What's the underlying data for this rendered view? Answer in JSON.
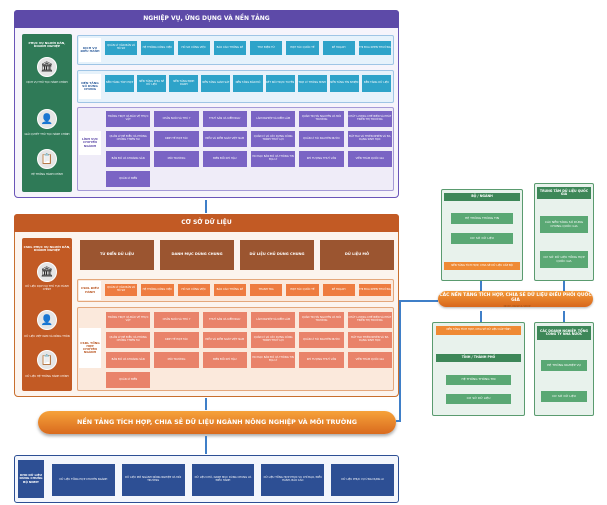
{
  "sec1": {
    "title": "NGHIỆP VỤ, ỨNG DỤNG VÀ NỀN TẢNG",
    "service": "PHỤC VỤ NGƯỜI DÂN, DOANH NGHIỆP",
    "service_items": [
      "DỊCH VỤ THỦ TỤC HÀNH CHÍNH",
      "GIẢI QUYẾT THỦ TỤC HÀNH CHÍNH",
      "HỆ THỐNG HÀNH CHÍNH"
    ],
    "row1_label": "DỊCH VỤ ĐIỀU HÀNH",
    "row1": [
      "QUẢN LÝ VĂN BẢN VÀ HỒ SƠ",
      "HỆ THỐNG CÔNG VIỆC",
      "HỒ SƠ CÔNG VIỆC",
      "BÁO CÁO THỐNG KÊ",
      "THƯ ĐIỆN TỬ",
      "HỢP TÁC QUỐC TẾ",
      "KẾ HOẠCH",
      "THI ĐUA KHEN THƯỞNG"
    ],
    "row2_label": "NỀN TẢNG SỐ DÙNG CHUNG",
    "row2": [
      "NỀN TẢNG TÍCH HỢP",
      "NỀN TẢNG CHIA SẺ DỮ LIỆU",
      "NỀN TẢNG ĐỊNH DANH",
      "NỀN TẢNG GIÁM SÁT",
      "NỀN TẢNG BẢN ĐỒ",
      "KẾT NỐI TRỰC TUYẾN",
      "TRỢ LÝ THÔNG MINH",
      "NỀN TẢNG TÍN NHIỆM",
      "NỀN TẢNG DỮ LIỆU"
    ],
    "row3_label": "LĨNH VỰC CHUYÊN NGÀNH",
    "row3": [
      "TRỒNG TRỌT VÀ BẢO VỆ THỰC VẬT",
      "CHĂN NUÔI VÀ THÚ Y",
      "THUỶ SẢN VÀ KIỂM NGƯ",
      "LÂM NGHIỆP VÀ KIỂM LÂM",
      "QUẢN TRỊ TÀI NGUYÊN VÀ MÔI TRƯỜNG",
      "CHẤT LƯỢNG CHẾ BIẾN VÀ PHÁT TRIỂN THỊ TRƯỜNG",
      "QUẢN LÝ ĐÊ ĐIỀU VÀ PHÒNG CHỐNG THIÊN TAI",
      "KINH TẾ HỢP TÁC",
      "ĐIỀU VÀ KIỂM SOÁT VIỆT NAM",
      "QUẢN LÝ VÀ XÂY DỰNG CÔNG TRÌNH THUỶ LỢI",
      "QUẢN LÝ TÀI NGUYÊN NƯỚC",
      "ĐẤT ĐAI VÀ THIÊN NHIÊN VÀ ĐA DẠNG SINH HỌC",
      "BẢN ĐỒ VÀ KHOÁNG SẢN",
      "MÔI TRƯỜNG",
      "BIẾN ĐỔI KHÍ HẬU",
      "ĐO ĐẠC BẢN ĐỒ VÀ THÔNG TIN ĐỊA LÝ",
      "KHÍ TƯỢNG THUỶ VĂN",
      "VIỄN THÁM QUỐC GIA",
      "QUẢN LÝ BIỂN"
    ]
  },
  "sec2": {
    "title": "CƠ SỞ DỮ LIỆU",
    "service": "CSDL PHỤC VỤ NGƯỜI DÂN, DOANH NGHIỆP",
    "service_items": [
      "DỮ LIỆU DỊCH VỤ THỦ TỤC HÀNH CHÍNH",
      "DỮ LIỆU VIỆT NAM VÀ NÔNG THÔN",
      "DỮ LIỆU HỆ THỐNG HÀNH CHÍNH"
    ],
    "top": [
      "TỪ ĐIỂN DỮ LIỆU",
      "DANH MỤC DÙNG CHUNG",
      "DỮ LIỆU CHỦ DÙNG CHUNG",
      "DỮ LIỆU MỞ"
    ],
    "row1_label": "CSDL ĐIỀU HÀNH",
    "row1": [
      "QUẢN LÝ VĂN BẢN VÀ HỒ SƠ",
      "HỆ THỐNG CÔNG VIỆC",
      "HỒ SƠ CÔNG VIỆC",
      "BÁO CÁO THỐNG KÊ",
      "THANH TRA",
      "HỢP TÁC QUỐC TẾ",
      "KẾ HOẠCH",
      "THI ĐUA KHEN THƯỞNG"
    ],
    "row2_label": "CSDL TỔNG HỢP CHUYÊN NGÀNH",
    "row2": [
      "TRỒNG TRỌT VÀ BẢO VỆ THỰC VẬT",
      "CHĂN NUÔI VÀ THÚ Y",
      "THUỶ SẢN VÀ KIỂM NGƯ",
      "LÂM NGHIỆP VÀ KIỂM LÂM",
      "QUẢN TRỊ TÀI NGUYÊN VÀ MÔI TRƯỜNG",
      "CHẤT LƯỢNG CHẾ BIẾN VÀ PHÁT TRIỂN THỊ TRƯỜNG",
      "QUẢN LÝ ĐÊ ĐIỀU VÀ PHÒNG CHỐNG THIÊN TAI",
      "KINH TẾ HỢP TÁC",
      "ĐIỀU VÀ KIỂM SOÁT VIỆT NAM",
      "QUẢN LÝ VÀ XÂY DỰNG CÔNG TRÌNH THUỶ LỢI",
      "QUẢN LÝ TÀI NGUYÊN NƯỚC",
      "ĐẤT ĐAI THIÊN NHIÊN VÀ ĐA DẠNG SINH HỌC",
      "BẢN ĐỒ VÀ KHOÁNG SẢN",
      "MÔI TRƯỜNG",
      "BIẾN ĐỔI KHÍ HẬU",
      "ĐO ĐẠC BẢN ĐỒ VÀ THÔNG TIN ĐỊA LÝ",
      "KHÍ TƯỢNG THUỶ VĂN",
      "VIỄN THÁM QUỐC GIA",
      "QUẢN LÝ BIỂN"
    ]
  },
  "platform": "NỀN TẢNG TÍCH HỢP, CHIA SẺ DỮ LIỆU NGÀNH NÔNG NGHIỆP VÀ MÔI TRƯỜNG",
  "warehouse": {
    "label": "KHO DỮ LIỆU DÙNG CHUNG BỘ NNMT",
    "items": [
      "DỮ LIỆU TỔNG HỢP CHUYÊN NGÀNH",
      "DỮ LIỆU MỞ NGÀNH NÔNG NGHIỆP VÀ MÔI TRƯỜNG",
      "DỮ LIỆU CHỦ, DANH MỤC DÙNG CHUNG VÀ ĐIỀU HÀNH",
      "DỮ LIỆU TỔNG HỢP PHỤC VỤ CHỈ ĐẠO, ĐIỀU HÀNH, BÁO CÁO",
      "DỮ LIỆU PHỤC VỤ ỨNG DỤNG AI"
    ]
  },
  "right": {
    "ministry": {
      "title": "BỘ / NGÀNH",
      "items": [
        "HỆ THỐNG THÔNG TIN",
        "CƠ SỞ DỮ LIỆU"
      ],
      "bar": "NỀN TẢNG TÍCH HỢP, CHIA SẺ DỮ LIỆU CẤP BỘ"
    },
    "national": {
      "title": "TRUNG TÂM DỮ LIỆU QUỐC GIA",
      "items": [
        "CÁC NỀN TẢNG SỐ DÙNG CHUNG QUỐC GIA",
        "CƠ SỞ DỮ LIỆU TỔNG HỢP QUỐC GIA"
      ]
    },
    "hub": "CÁC NỀN TẢNG TÍCH HỢP, CHIA SẺ DỮ LIỆU ĐIỀU PHỐI QUỐC GIA",
    "hub_sub": "NDXP, NGSP & VDXP",
    "province": {
      "bar": "NỀN TẢNG TÍCH HỢP, CHIA SẺ DỮ LIỆU CẤP TỈNH",
      "title": "TỈNH / THÀNH PHỐ",
      "items": [
        "HỆ THỐNG THÔNG TIN",
        "CƠ SỞ DỮ LIỆU"
      ]
    },
    "enterprise": {
      "title": "CÁC DOANH NGHIỆP, TỔNG CÔNG TY NHÀ NƯỚC",
      "items": [
        "HỆ THỐNG NGHIỆP VỤ",
        "CƠ SỞ DỮ LIỆU"
      ]
    }
  }
}
